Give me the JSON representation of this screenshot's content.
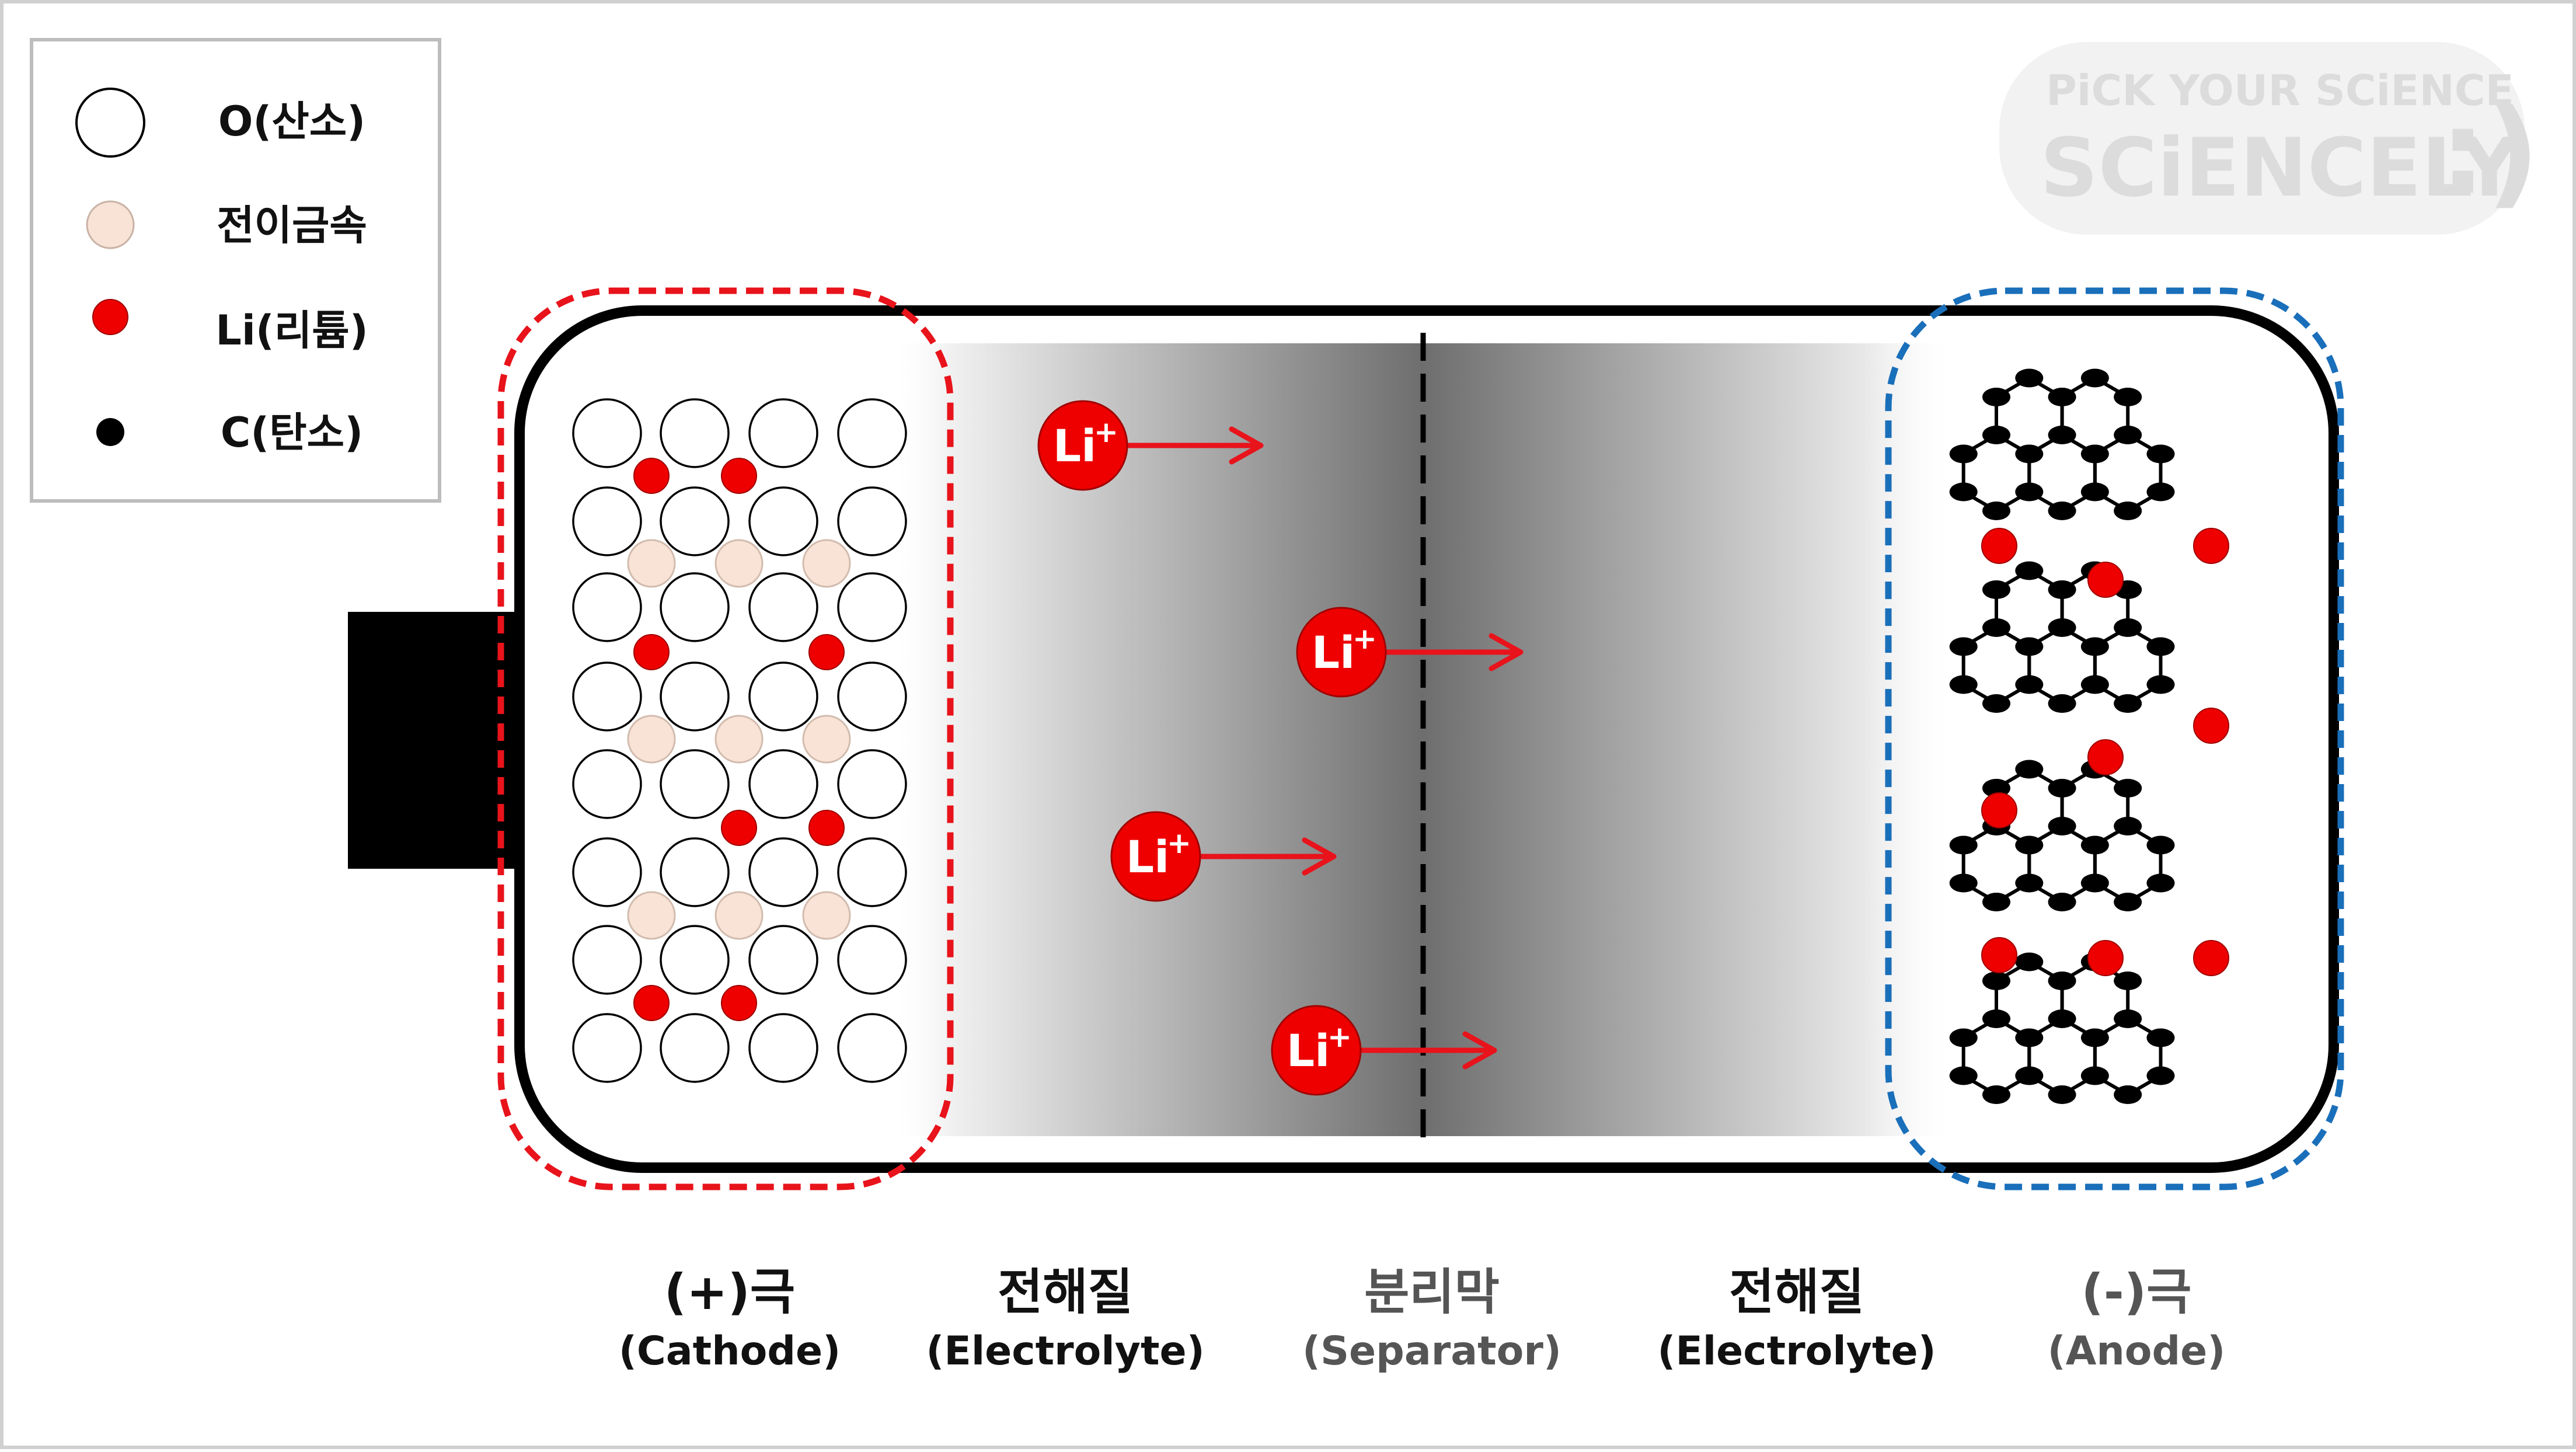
{
  "legend": {
    "items": [
      {
        "key": "oxygen",
        "label": "O(산소)"
      },
      {
        "key": "transition_metal",
        "label": "전이금속"
      },
      {
        "key": "lithium",
        "label": "Li(리튬)"
      },
      {
        "key": "carbon",
        "label": "C(탄소)"
      }
    ]
  },
  "watermark": {
    "line1": "PiCK YOUR SCiENCE",
    "line2": "SCiENCELY"
  },
  "ion_label": "Li",
  "ion_charge": "+",
  "regions": [
    {
      "key": "cathode",
      "title": "(+)극",
      "subtitle": "(Cathode)"
    },
    {
      "key": "electrolyte_left",
      "title": "전해질",
      "subtitle": "(Electrolyte)"
    },
    {
      "key": "separator",
      "title": "분리막",
      "subtitle": "(Separator)"
    },
    {
      "key": "electrolyte_right",
      "title": "전해질",
      "subtitle": "(Electrolyte)"
    },
    {
      "key": "anode",
      "title": "(-)극",
      "subtitle": "(Anode)"
    }
  ],
  "colors": {
    "lithium": "#ee0000",
    "oxygen": "#ffffff",
    "transition_metal": "#f8e3d6",
    "carbon": "#000000",
    "cathode_outline": "#e8131b",
    "anode_outline": "#1a6fba",
    "ion_arrow": "#e8131b",
    "watermark": "#e5e5e5"
  }
}
